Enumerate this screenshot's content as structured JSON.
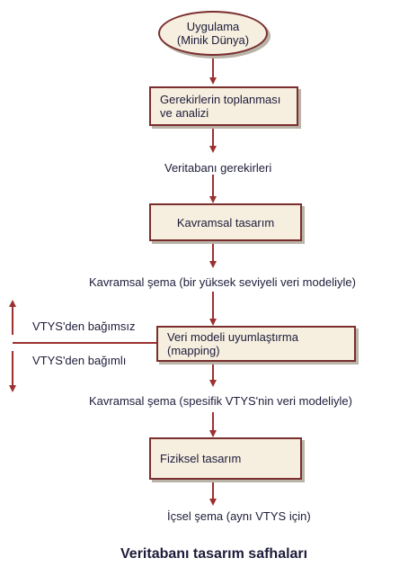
{
  "diagram": {
    "start": {
      "line1": "Uygulama",
      "line2": "(Minik Dünya)"
    },
    "steps": {
      "requirements": {
        "line1": "Gerekirlerin toplanması",
        "line2": "ve analizi"
      },
      "conceptual_design": "Kavramsal tasarım",
      "data_model_mapping": "Veri modeli uyumlaştırma (mapping)",
      "physical_design": "Fiziksel tasarım"
    },
    "outputs": {
      "db_requirements": "Veritabanı gerekirleri",
      "conceptual_schema_high": "Kavramsal şema  (bir yüksek seviyeli veri modeliyle)",
      "conceptual_schema_specific": "Kavramsal şema  (spesifik VTYS'nin veri modeliyle)",
      "internal_schema": "İçsel şema   (aynı VTYS için)"
    },
    "side_labels": {
      "independent": "VTYS'den bağımsız",
      "dependent": "VTYS'den bağımlı"
    },
    "caption": "Veritabanı tasarım safhaları"
  },
  "colors": {
    "node_fill": "#f6eedf",
    "node_border": "#7a2e2e",
    "arrow": "#9b3030",
    "text": "#1c1c3a"
  }
}
